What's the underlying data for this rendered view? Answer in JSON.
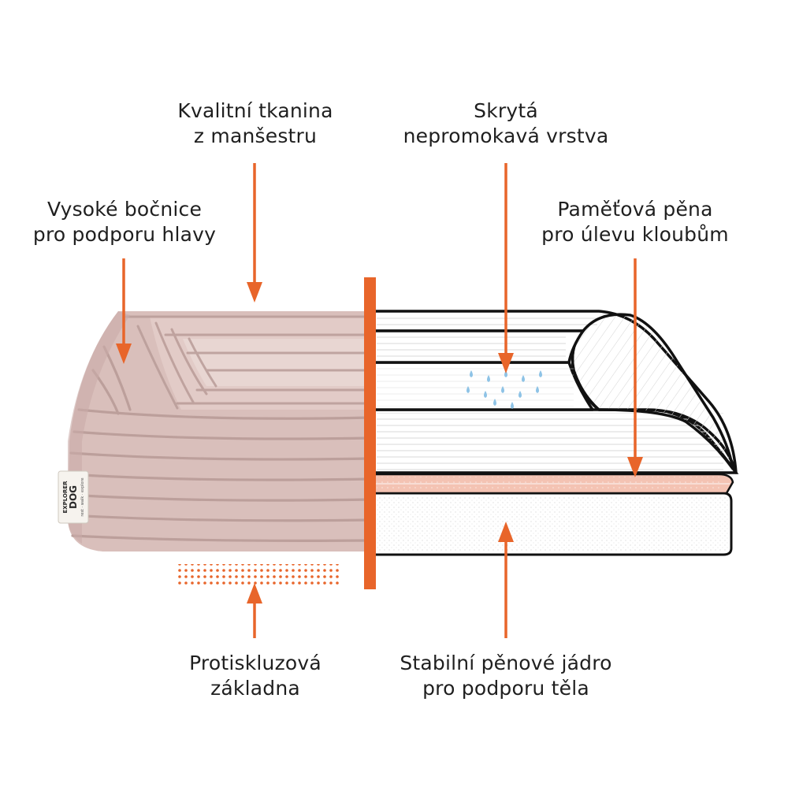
{
  "labels": {
    "fabric": [
      "Kvalitní tkanina",
      "z manšestru"
    ],
    "waterproof": [
      "Skrytá",
      "nepromokavá vrstva"
    ],
    "bolsters": [
      "Vysoké bočnice",
      "pro podporu hlavy"
    ],
    "memory_foam": [
      "Paměťová pěna",
      "pro úlevu kloubům"
    ],
    "anti_slip": [
      "Protiskluzová",
      "základna"
    ],
    "core": [
      "Stabilní pěnové jádro",
      "pro podporu těla"
    ]
  },
  "tag": {
    "line1": "EXPLORER",
    "line2": "DOG",
    "line3": "rest · walk · explore"
  },
  "colors": {
    "accent": "#e8652a",
    "fabric": "#d9bfbb",
    "fabric_dark": "#b99c98",
    "memory_foam": "#f4c3b3",
    "outline": "#111111",
    "water_drop": "#8ec3e6"
  }
}
